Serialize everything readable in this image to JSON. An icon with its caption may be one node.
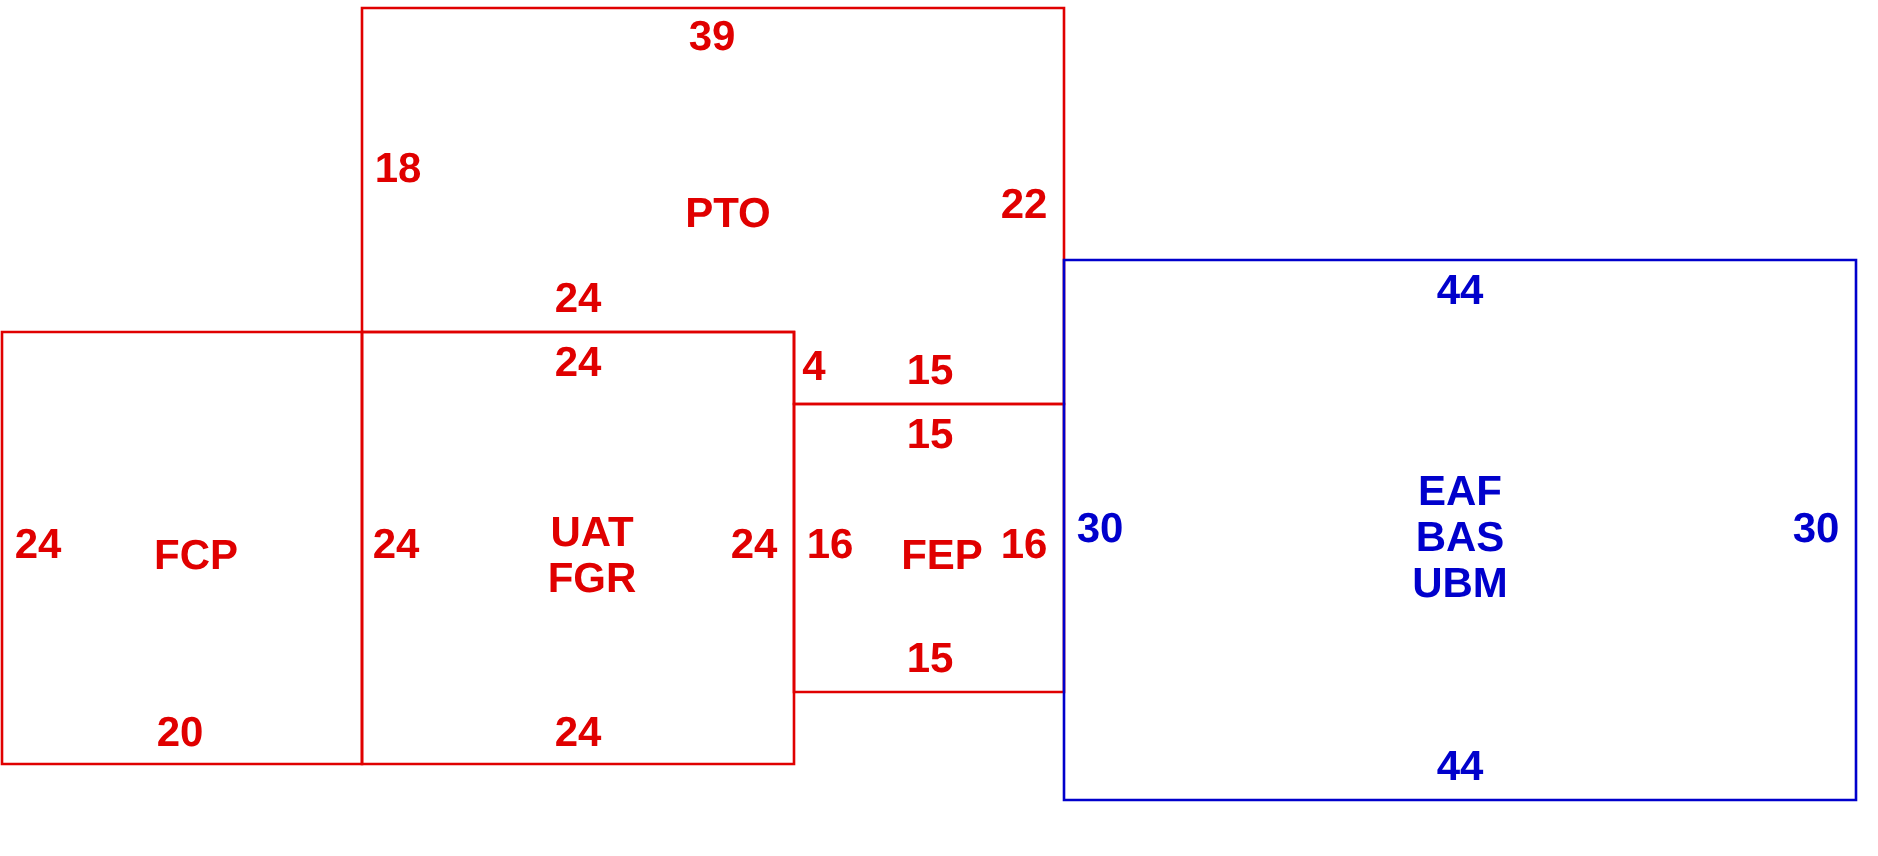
{
  "diagram": {
    "nodes": [
      {
        "text": [
          "PTO"
        ]
      },
      {
        "text": [
          "FCP"
        ]
      },
      {
        "text": [
          "UAT FGR"
        ]
      },
      {
        "text": [
          "FEP"
        ]
      },
      {
        "text": [
          "EAF BAS UBM"
        ]
      }
    ],
    "labels": [
      "39",
      "18",
      "22",
      "24",
      "44",
      "24",
      "4",
      "15",
      "15",
      "24",
      "24",
      "24",
      "16",
      "16",
      "30",
      "30",
      "15",
      "20",
      "24",
      "44"
    ]
  }
}
